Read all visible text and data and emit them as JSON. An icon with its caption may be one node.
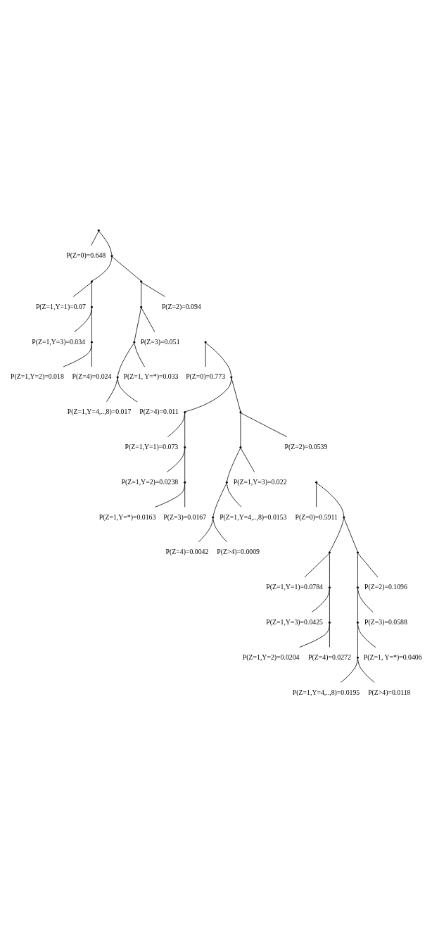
{
  "diagram": {
    "nodes": [
      {
        "text": [],
        "shape": "point"
      },
      {
        "text": [
          "P(Z=0)=0.648"
        ]
      },
      {
        "text": [],
        "shape": "point"
      },
      {
        "text": [],
        "shape": "point"
      },
      {
        "text": [
          "P(Z=1,Y=1)=0.07"
        ]
      },
      {
        "text": [],
        "shape": "point"
      },
      {
        "text": [
          "P(Z=1,Y=3)=0.034"
        ]
      },
      {
        "text": [],
        "shape": "point"
      },
      {
        "text": [
          "P(Z=1,Y=2)=0.018"
        ]
      },
      {
        "text": [
          "P(Z=4)=0.024"
        ]
      },
      {
        "text": [],
        "shape": "point"
      },
      {
        "text": [],
        "shape": "point"
      },
      {
        "text": [],
        "shape": "point"
      },
      {
        "text": [],
        "shape": "point"
      },
      {
        "text": [
          "P(Z=1,Y=4,..,8)=0.017"
        ]
      },
      {
        "text": [
          "P(Z>4)=0.011"
        ]
      },
      {
        "text": [
          "P(Z=1, Y=*)=0.033"
        ]
      },
      {
        "text": [
          "P(Z=3)=0.051"
        ]
      },
      {
        "text": [
          "P(Z=2)=0.094"
        ]
      },
      {
        "text": [],
        "shape": "point"
      },
      {
        "text": [
          "P(Z=0)=0.773"
        ]
      },
      {
        "text": [],
        "shape": "point"
      },
      {
        "text": [],
        "shape": "point"
      },
      {
        "text": [
          "P(Z=1,Y=1)=0.073"
        ]
      },
      {
        "text": [],
        "shape": "point"
      },
      {
        "text": [
          "P(Z=1,Y=2)=0.0238"
        ]
      },
      {
        "text": [],
        "shape": "point"
      },
      {
        "text": [
          "P(Z=1,Y=*)=0.0163"
        ]
      },
      {
        "text": [
          "P(Z=3)=0.0167"
        ]
      },
      {
        "text": [],
        "shape": "point"
      },
      {
        "text": [],
        "shape": "point"
      },
      {
        "text": [],
        "shape": "point"
      },
      {
        "text": [],
        "shape": "point"
      },
      {
        "text": [
          "P(Z=4)=0.0042"
        ]
      },
      {
        "text": [
          "P(Z>4)=0.0009"
        ]
      },
      {
        "text": [
          "P(Z=1,Y=4,..,8)=0.0153"
        ]
      },
      {
        "text": [
          "P(Z=1,Y=3)=0.022"
        ]
      },
      {
        "text": [
          "P(Z=2)=0.0539"
        ]
      },
      {
        "text": [],
        "shape": "point"
      },
      {
        "text": [
          "P(Z=0)=0.5911"
        ]
      },
      {
        "text": [],
        "shape": "point"
      },
      {
        "text": [],
        "shape": "point"
      },
      {
        "text": [
          "P(Z=1,Y=1)=0.0784"
        ]
      },
      {
        "text": [],
        "shape": "point"
      },
      {
        "text": [
          "P(Z=1,Y=3)=0.0425"
        ]
      },
      {
        "text": [],
        "shape": "point"
      },
      {
        "text": [
          "P(Z=1,Y=2)=0.0204"
        ]
      },
      {
        "text": [
          "P(Z=4)=0.0272"
        ]
      },
      {
        "text": [],
        "shape": "point"
      },
      {
        "text": [],
        "shape": "point"
      },
      {
        "text": [],
        "shape": "point"
      },
      {
        "text": [],
        "shape": "point"
      },
      {
        "text": [
          "P(Z=1,Y=4,..,8)=0.0195"
        ]
      },
      {
        "text": [
          "P(Z>4)=0.0118"
        ]
      },
      {
        "text": [
          "P(Z=1, Y=*)=0.0406"
        ]
      },
      {
        "text": [
          "P(Z=3)=0.0588"
        ]
      },
      {
        "text": [
          "P(Z=2)=0.1096"
        ]
      }
    ],
    "edges": [
      {
        "from": 0,
        "to": 1,
        "arrow": "none"
      },
      {
        "from": 0,
        "to": 2,
        "arrow": "none"
      },
      {
        "from": 2,
        "to": 3,
        "arrow": "none"
      },
      {
        "from": 3,
        "to": 4,
        "arrow": "none"
      },
      {
        "from": 3,
        "to": 5,
        "arrow": "none"
      },
      {
        "from": 5,
        "to": 6,
        "arrow": "none"
      },
      {
        "from": 5,
        "to": 7,
        "arrow": "none"
      },
      {
        "from": 7,
        "to": 8,
        "arrow": "none"
      },
      {
        "from": 7,
        "to": 9,
        "arrow": "none"
      },
      {
        "from": 2,
        "to": 10,
        "arrow": "none"
      },
      {
        "from": 10,
        "to": 11,
        "arrow": "none"
      },
      {
        "from": 11,
        "to": 12,
        "arrow": "none"
      },
      {
        "from": 12,
        "to": 13,
        "arrow": "none"
      },
      {
        "from": 13,
        "to": 14,
        "arrow": "none"
      },
      {
        "from": 13,
        "to": 15,
        "arrow": "none"
      },
      {
        "from": 12,
        "to": 16,
        "arrow": "none"
      },
      {
        "from": 11,
        "to": 17,
        "arrow": "none"
      },
      {
        "from": 10,
        "to": 18,
        "arrow": "none"
      },
      {
        "from": 19,
        "to": 20,
        "arrow": "none"
      },
      {
        "from": 19,
        "to": 21,
        "arrow": "none"
      },
      {
        "from": 21,
        "to": 22,
        "arrow": "none"
      },
      {
        "from": 22,
        "to": 23,
        "arrow": "none"
      },
      {
        "from": 22,
        "to": 24,
        "arrow": "none"
      },
      {
        "from": 24,
        "to": 25,
        "arrow": "none"
      },
      {
        "from": 24,
        "to": 26,
        "arrow": "none"
      },
      {
        "from": 26,
        "to": 27,
        "arrow": "none"
      },
      {
        "from": 26,
        "to": 28,
        "arrow": "none"
      },
      {
        "from": 21,
        "to": 29,
        "arrow": "none"
      },
      {
        "from": 29,
        "to": 30,
        "arrow": "none"
      },
      {
        "from": 30,
        "to": 31,
        "arrow": "none"
      },
      {
        "from": 31,
        "to": 32,
        "arrow": "none"
      },
      {
        "from": 32,
        "to": 33,
        "arrow": "none"
      },
      {
        "from": 32,
        "to": 34,
        "arrow": "none"
      },
      {
        "from": 31,
        "to": 35,
        "arrow": "none"
      },
      {
        "from": 30,
        "to": 36,
        "arrow": "none"
      },
      {
        "from": 29,
        "to": 37,
        "arrow": "none"
      },
      {
        "from": 38,
        "to": 39,
        "arrow": "none"
      },
      {
        "from": 38,
        "to": 40,
        "arrow": "none"
      },
      {
        "from": 40,
        "to": 41,
        "arrow": "none"
      },
      {
        "from": 41,
        "to": 42,
        "arrow": "none"
      },
      {
        "from": 41,
        "to": 43,
        "arrow": "none"
      },
      {
        "from": 43,
        "to": 44,
        "arrow": "none"
      },
      {
        "from": 43,
        "to": 45,
        "arrow": "none"
      },
      {
        "from": 45,
        "to": 46,
        "arrow": "none"
      },
      {
        "from": 45,
        "to": 47,
        "arrow": "none"
      },
      {
        "from": 40,
        "to": 48,
        "arrow": "none"
      },
      {
        "from": 48,
        "to": 49,
        "arrow": "none"
      },
      {
        "from": 49,
        "to": 50,
        "arrow": "none"
      },
      {
        "from": 50,
        "to": 51,
        "arrow": "none"
      },
      {
        "from": 51,
        "to": 52,
        "arrow": "none"
      },
      {
        "from": 51,
        "to": 53,
        "arrow": "none"
      },
      {
        "from": 50,
        "to": 54,
        "arrow": "none"
      },
      {
        "from": 49,
        "to": 55,
        "arrow": "none"
      },
      {
        "from": 48,
        "to": 56,
        "arrow": "none"
      }
    ]
  }
}
